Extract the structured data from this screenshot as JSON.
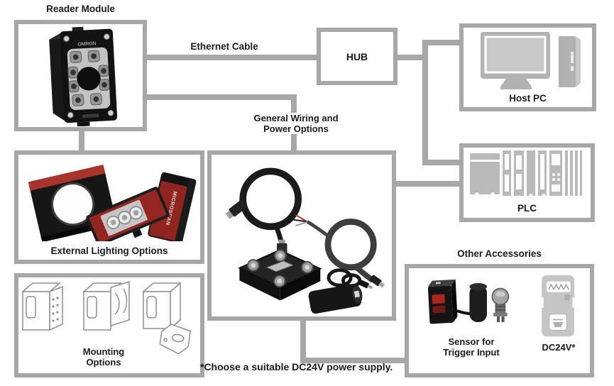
{
  "reader_module": {
    "label": "Reader Module",
    "brand": "OMRON"
  },
  "connections": {
    "ethernet_label": "Ethernet Cable"
  },
  "hub": {
    "label": "HUB"
  },
  "host_pc": {
    "label": "Host PC"
  },
  "plc": {
    "label": "PLC"
  },
  "general_wiring": {
    "label_line1": "General Wiring and",
    "label_line2": "Power Options"
  },
  "external_lighting": {
    "label": "External Lighting Options",
    "device_text": "MICROSCAN"
  },
  "mounting": {
    "label_line1": "Mounting",
    "label_line2": "Options"
  },
  "other_accessories": {
    "title": "Other Accessories",
    "sensor_line1": "Sensor for",
    "sensor_line2": "Trigger Input",
    "dc24v_label": "DC24V*"
  },
  "footnote": "*Choose a suitable DC24V power supply.",
  "colors": {
    "connector_gray": "#a7a7a7",
    "text_black": "#1b1b1b",
    "device_black": "#1a1a1a",
    "accent_red": "#a9342c",
    "icon_gray": "#b5b5b5"
  }
}
